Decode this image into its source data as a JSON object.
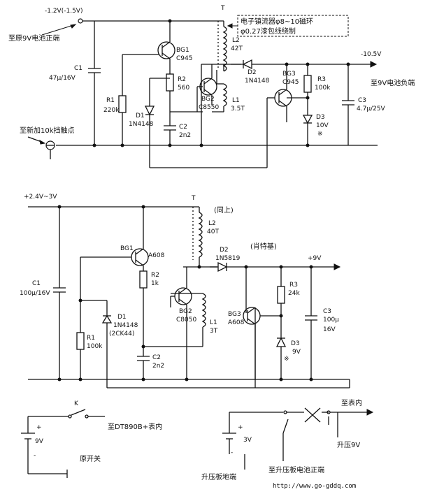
{
  "top": {
    "input_voltage": "-1.2V(-1.5V)",
    "to_battery_positive": "至原9V电池正端",
    "to_10k_contact": "至新加10k挡触点",
    "output_voltage": "-10.5V",
    "to_battery_load": "至9V电池负端",
    "note_line1": "电子镇流器φ8~10磁环",
    "note_line2": "φ0.27漆包线绕制",
    "transformer": "T",
    "c1": {
      "name": "C1",
      "value": "47μ/16V"
    },
    "r1": {
      "name": "R1",
      "value": "220k"
    },
    "d1": {
      "name": "D1",
      "value": "1N4148"
    },
    "bg1": {
      "name": "BG1",
      "value": "C945"
    },
    "r2": {
      "name": "R2",
      "value": "560"
    },
    "c2": {
      "name": "C2",
      "value": "2n2"
    },
    "bg2": {
      "name": "BG2",
      "value": "C8550"
    },
    "l2": {
      "name": "L2",
      "value": "42T"
    },
    "l1": {
      "name": "L1",
      "value": "3.5T"
    },
    "d2": {
      "name": "D2",
      "value": "1N4148"
    },
    "bg3": {
      "name": "BG3",
      "value": "C945"
    },
    "r3": {
      "name": "R3",
      "value": "100k"
    },
    "d3": {
      "name": "D3",
      "value": "10V"
    },
    "c3": {
      "name": "C3",
      "value": "4.7μ/25V"
    },
    "mark": "※"
  },
  "bottom": {
    "input_voltage": "+2.4V~3V",
    "transformer": "T",
    "same": "(同上)",
    "schottky": "(肖特基)",
    "output_voltage": "+9V",
    "c1": {
      "name": "C1",
      "value": "100μ/16V"
    },
    "r1": {
      "name": "R1",
      "value": "100k"
    },
    "d1": {
      "name": "D1",
      "value": "1N4148",
      "alt": "(2CK44)"
    },
    "bg1": {
      "name": "BG1",
      "value": "A608"
    },
    "r2": {
      "name": "R2",
      "value": "1k"
    },
    "c2": {
      "name": "C2",
      "value": "2n2"
    },
    "bg2": {
      "name": "BG2",
      "value": "C8050"
    },
    "l2": {
      "name": "L2",
      "value": "40T"
    },
    "l1": {
      "name": "L1",
      "value": "3T"
    },
    "d2": {
      "name": "D2",
      "value": "1N5819"
    },
    "bg3": {
      "name": "BG3",
      "value": "A608"
    },
    "r3": {
      "name": "R3",
      "value": "24k"
    },
    "d3": {
      "name": "D3",
      "value": "9V"
    },
    "c3": {
      "name": "C3",
      "value": "100μ",
      "value2": "16V"
    },
    "mark": "※"
  },
  "switches": {
    "k": "K",
    "battery_9v": "9V",
    "to_dt890b": "至DT890B+表内",
    "original_switch": "原开关",
    "battery_3v": "3V",
    "to_meter": "至表内",
    "boost_9v": "升压9V",
    "boost_ground": "升压板地端",
    "boost_battery_pos": "至升压板电池正端",
    "plus": "+",
    "minus": "-"
  },
  "website": "http://www.go-gddq.com"
}
